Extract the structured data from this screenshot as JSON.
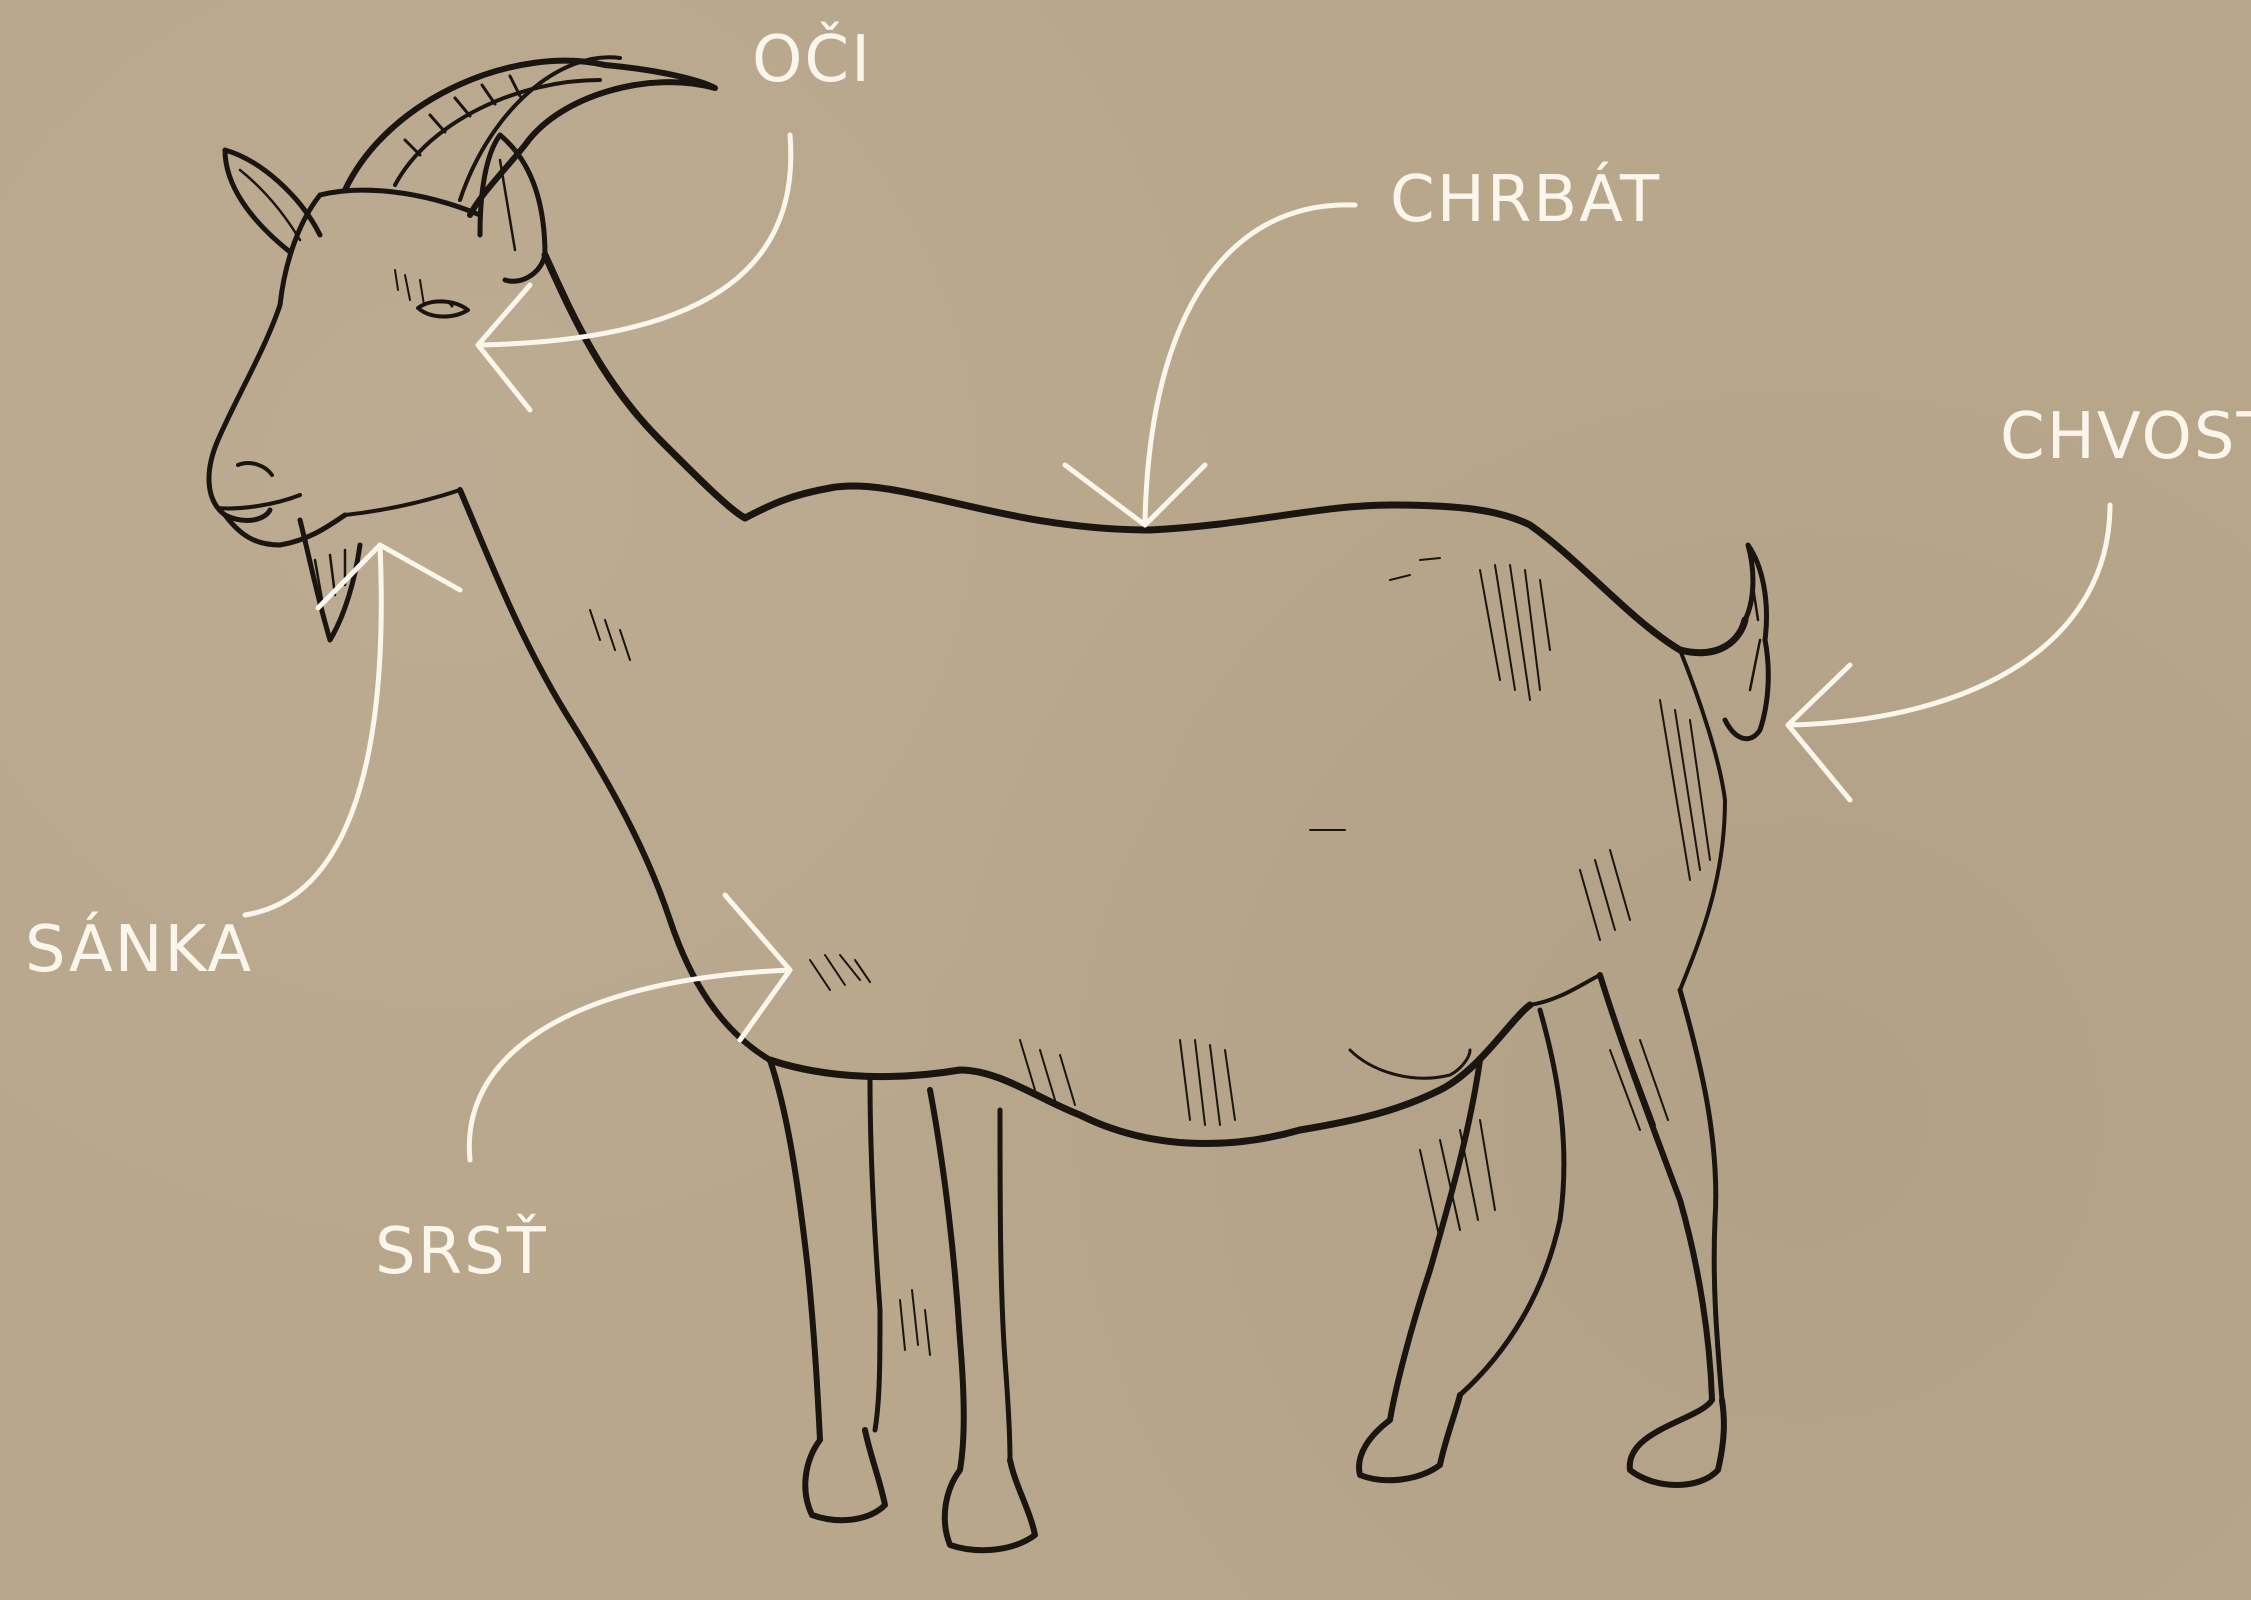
{
  "diagram": {
    "subject": "goat-anatomy",
    "labels": {
      "oci": "OČI",
      "chrbat": "CHRBÁT",
      "chvost": "CHVOST",
      "sanka": "SÁNKA",
      "srst": "SRSŤ"
    },
    "colors": {
      "background": "#b9a78c",
      "outline": "#1a1510",
      "annotation": "#fbf6ec"
    }
  }
}
